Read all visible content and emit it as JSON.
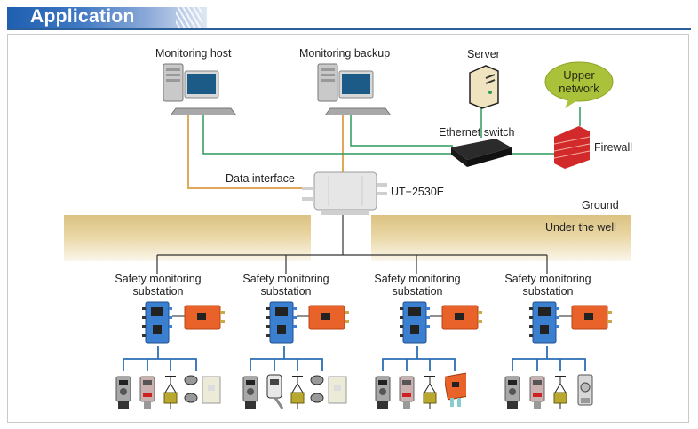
{
  "header": {
    "title": "Application"
  },
  "nodes": {
    "monitoring_host": "Monitoring host",
    "monitoring_backup": "Monitoring backup",
    "server": "Server",
    "upper_network": [
      "Upper",
      "network"
    ],
    "ethernet_switch": "Ethernet switch",
    "firewall": "Firewall",
    "data_interface": "Data interface",
    "device_model": "UT−2530E"
  },
  "zones": {
    "ground": "Ground",
    "underground": "Under the well"
  },
  "substations": [
    {
      "label": [
        "Safety monitoring",
        "substation"
      ],
      "sensors": [
        "methane-sensor",
        "gas-sensor",
        "switch-sensor",
        "wind-door-sensor",
        "control-box"
      ]
    },
    {
      "label": [
        "Safety monitoring",
        "substation"
      ],
      "sensors": [
        "carbon-monoxide-sensor",
        "handheld-sensor",
        "switch-sensor",
        "wind-door-sensor",
        "control-box"
      ]
    },
    {
      "label": [
        "Safety monitoring",
        "substation"
      ],
      "sensors": [
        "methane-sensor",
        "gas-sensor",
        "switch-sensor",
        "power-breaker"
      ]
    },
    {
      "label": [
        "Safety monitoring",
        "substation"
      ],
      "sensors": [
        "methane-sensor",
        "gas-sensor",
        "switch-sensor",
        "temperature-sensor"
      ]
    }
  ],
  "colors": {
    "header_blue": "#1f5fb0",
    "ethernet_line": "#2f9a5a",
    "data_line": "#e0a85a",
    "bus_line": "#333333",
    "sensor_bus": "#2a6fb5",
    "substation_blue": "#3a7fd0",
    "power_orange": "#e8622a",
    "firewall_red": "#d22a2a",
    "cloud_green": "#a9c23a"
  }
}
